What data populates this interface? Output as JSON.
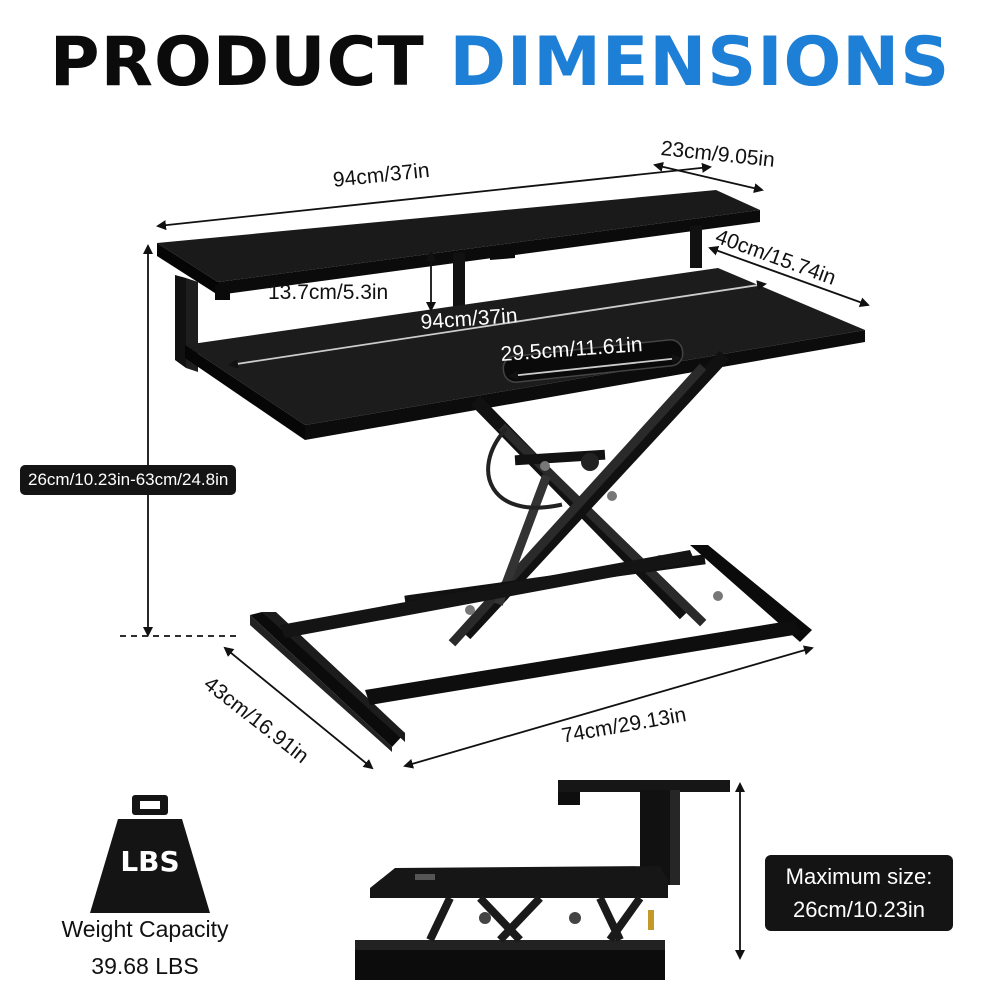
{
  "title": {
    "word1": "PRODUCT",
    "word2": "DIMENSIONS"
  },
  "colors": {
    "title_dark": "#0b0b0b",
    "title_accent": "#1d7fd6",
    "product": "#141414",
    "label_box": "#141414"
  },
  "dimensions": {
    "top_shelf_length": "94cm/37in",
    "top_shelf_depth": "23cm/9.05in",
    "desk_depth": "40cm/15.74in",
    "shelf_gap": "13.7cm/5.3in",
    "desk_length": "94cm/37in",
    "keyboard_slot": "29.5cm/11.61in",
    "height_range": "26cm/10.23in-63cm/24.8in",
    "base_depth": "43cm/16.91in",
    "base_length": "74cm/29.13in"
  },
  "weight": {
    "icon": "weight-icon",
    "badge": "LBS",
    "caption_line1": "Weight Capacity",
    "caption_line2": "39.68 LBS"
  },
  "max_size": {
    "line1": "Maximum size:",
    "line2": "26cm/10.23in"
  }
}
